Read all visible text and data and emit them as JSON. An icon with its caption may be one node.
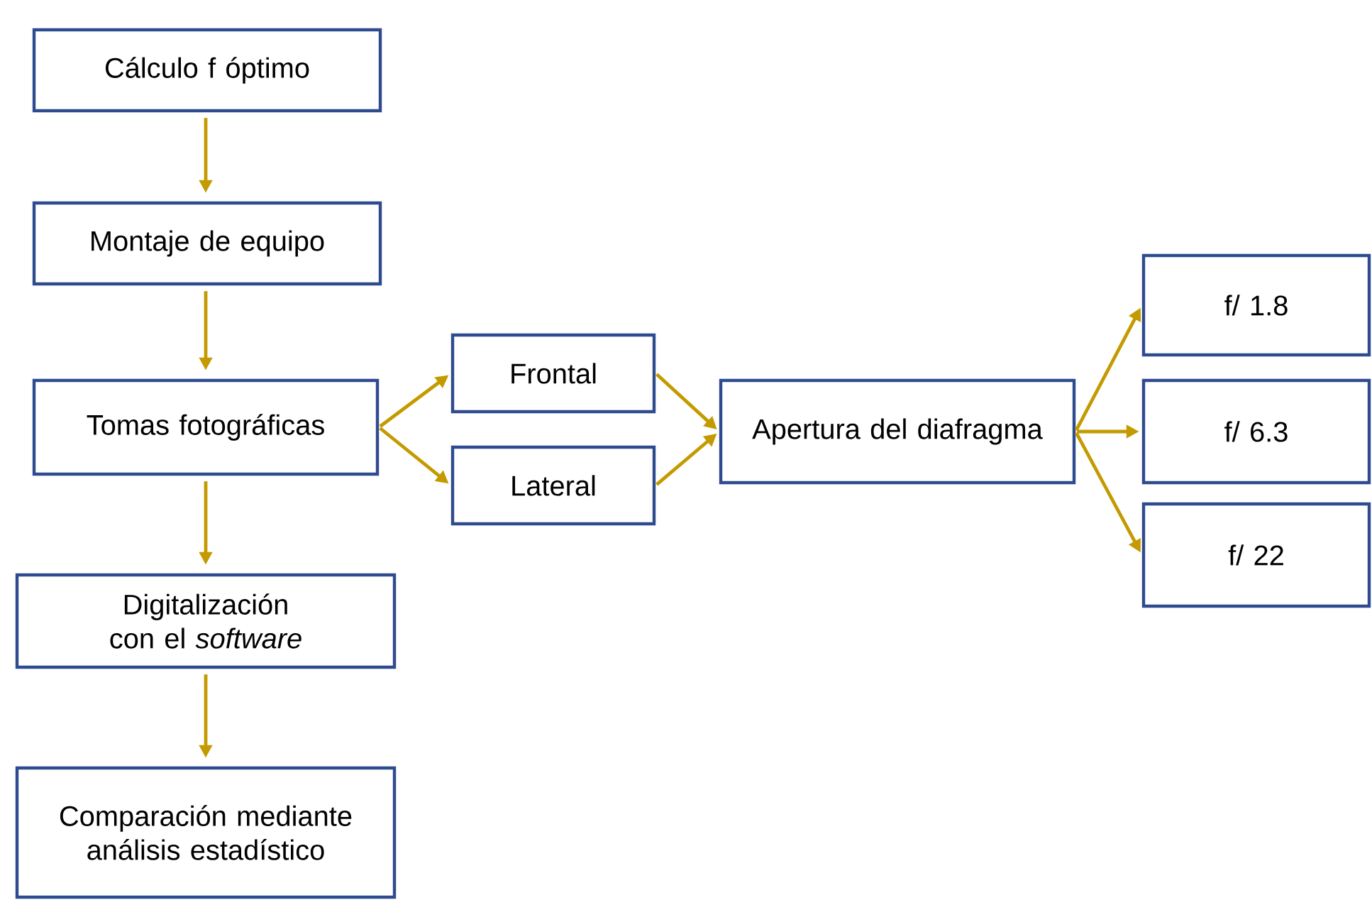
{
  "diagram": {
    "nodes": [
      {
        "text": [
          "Cálculo f óptimo"
        ]
      },
      {
        "text": [
          "Montaje de equipo"
        ]
      },
      {
        "text": [
          "Tomas fotográficas"
        ]
      },
      {
        "text": [
          "Frontal"
        ]
      },
      {
        "text": [
          "Lateral"
        ]
      },
      {
        "text": [
          "Apertura del diafragma"
        ]
      },
      {
        "text": [
          "f/ 1.8"
        ]
      },
      {
        "text": [
          "f/ 6.3"
        ]
      },
      {
        "text": [
          "f/ 22"
        ]
      },
      {
        "text": [
          "Digitalización con el *software*"
        ]
      },
      {
        "text": [
          "Comparación mediante análisis estadístico"
        ]
      }
    ],
    "edges": [
      {
        "from": 0,
        "to": 1,
        "arrow": "to"
      },
      {
        "from": 1,
        "to": 2,
        "arrow": "to"
      },
      {
        "from": 2,
        "to": 3,
        "arrow": "to"
      },
      {
        "from": 2,
        "to": 4,
        "arrow": "to"
      },
      {
        "from": 3,
        "to": 5,
        "arrow": "to"
      },
      {
        "from": 4,
        "to": 5,
        "arrow": "to"
      },
      {
        "from": 5,
        "to": 6,
        "arrow": "to"
      },
      {
        "from": 5,
        "to": 7,
        "arrow": "to"
      },
      {
        "from": 5,
        "to": 8,
        "arrow": "to"
      },
      {
        "from": 2,
        "to": 9,
        "arrow": "to"
      },
      {
        "from": 9,
        "to": 10,
        "arrow": "to"
      }
    ]
  }
}
